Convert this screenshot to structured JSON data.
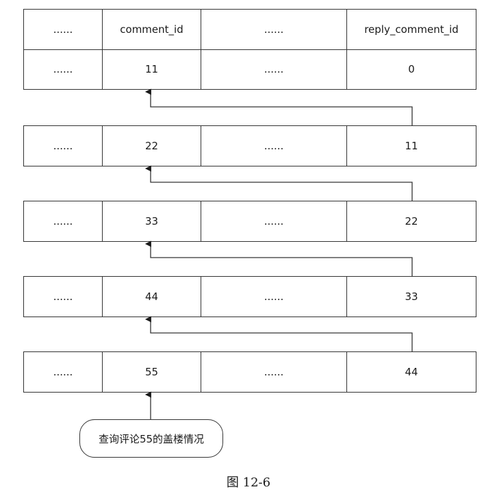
{
  "header": [
    "......",
    "comment_id",
    "......",
    "reply_comment_id"
  ],
  "rows": [
    [
      "......",
      "11",
      "......",
      "0"
    ],
    [
      "......",
      "22",
      "......",
      "11"
    ],
    [
      "......",
      "33",
      "......",
      "22"
    ],
    [
      "......",
      "44",
      "......",
      "33"
    ],
    [
      "......",
      "55",
      "......",
      "44"
    ]
  ],
  "query_label": "查询评论55的盖楼情况",
  "caption": "图 12-6"
}
